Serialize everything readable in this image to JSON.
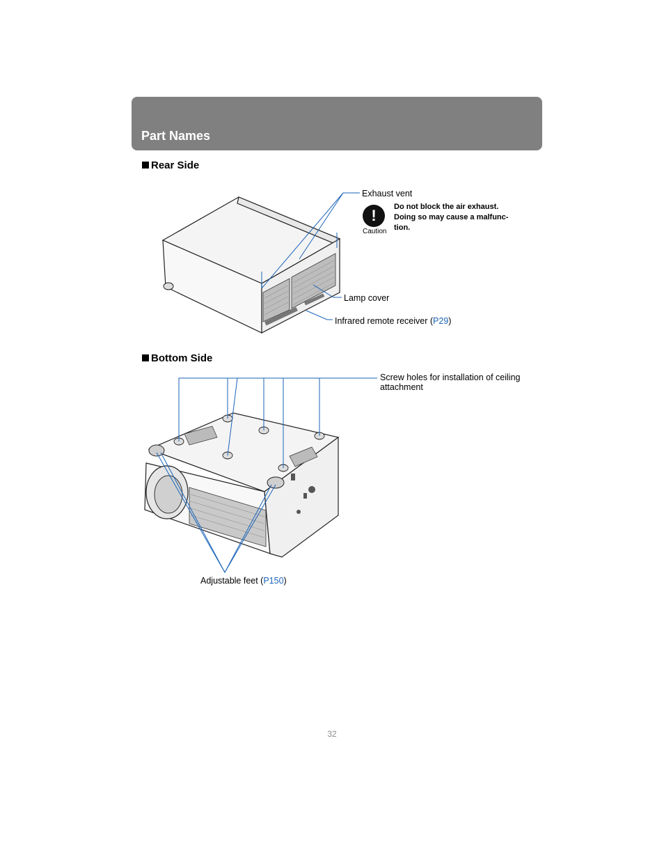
{
  "header": {
    "title": "Part Names"
  },
  "sections": {
    "rear": {
      "heading": "Rear Side"
    },
    "bottom": {
      "heading": "Bottom Side"
    }
  },
  "rear_labels": {
    "exhaust_vent": "Exhaust vent",
    "caution_icon_label": "Caution",
    "caution_line1": "Do not block the air exhaust.",
    "caution_line2": "Doing so may cause a malfunc-",
    "caution_line3": "tion.",
    "lamp_cover": "Lamp cover",
    "infrared_prefix": "Infrared remote receiver (",
    "infrared_link": "P29",
    "infrared_suffix": ")"
  },
  "bottom_labels": {
    "screw_holes_line1": "Screw holes for installation of ceiling",
    "screw_holes_line2": "attachment",
    "feet_prefix": "Adjustable feet (",
    "feet_link": "P150",
    "feet_suffix": ")"
  },
  "footer": {
    "page_number": "32"
  },
  "colors": {
    "header_bg": "#808080",
    "leader_line": "#1a63b8",
    "link": "#1a63b8"
  },
  "icons": {
    "caution": "exclamation-circle-icon"
  }
}
